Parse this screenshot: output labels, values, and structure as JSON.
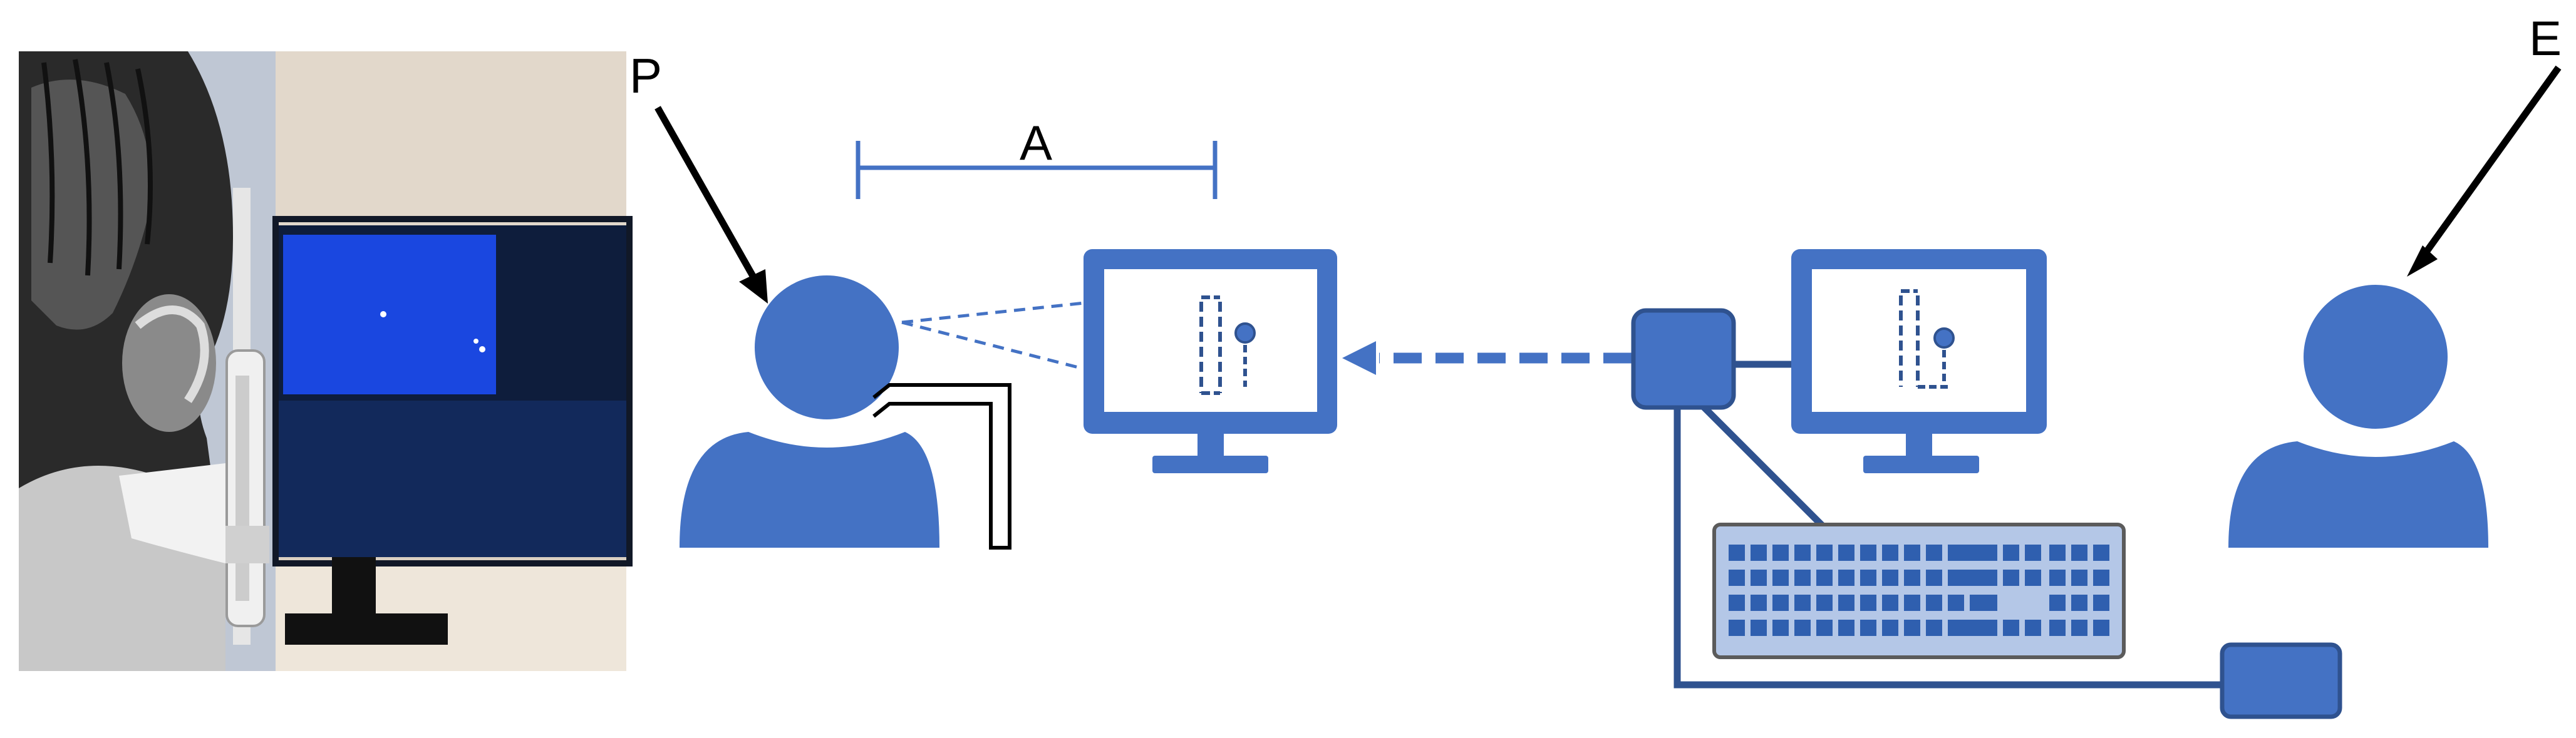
{
  "labels": {
    "participant": "P",
    "experimenter": "E",
    "distance": "A"
  },
  "icons": {
    "photo": "participant-at-monitor-photo",
    "participant": "person-icon",
    "experimenter": "person-icon",
    "chinrest": "chinrest-icon",
    "participant_monitor": "monitor-icon",
    "experimenter_monitor": "monitor-icon",
    "computer": "computer-box-icon",
    "keyboard": "keyboard-icon",
    "response_box": "response-box-icon"
  },
  "colors": {
    "icon_blue": "#4472C4",
    "dark_blue": "#2F528F",
    "keyboard_fill": "#B4C7E7",
    "photo_screen": "#1A47E0",
    "photo_bg": "#D9CFC2"
  }
}
